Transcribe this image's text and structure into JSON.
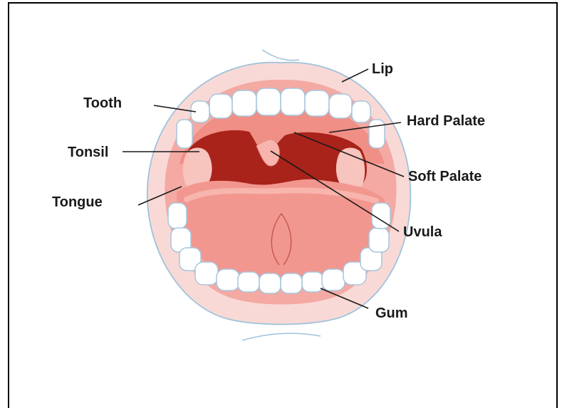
{
  "labels": {
    "lip": "Lip",
    "tooth": "Tooth",
    "hard_palate": "Hard Palate",
    "tonsil": "Tonsil",
    "soft_palate": "Soft Palate",
    "tongue": "Tongue",
    "uvula": "Uvula",
    "gum": "Gum"
  },
  "colors": {
    "lip": "#f9d9d6",
    "lip_outline": "#9ec3dc",
    "gum": "#f4a9a3",
    "palate": "#f08f86",
    "throat": "#a9231a",
    "throat_dark": "#8e1b13",
    "tongue": "#f2978f",
    "tongue_light": "#f7b5ad",
    "tooth": "#ffffff",
    "tooth_outline": "#a6c6de",
    "label": "#1a1a1a"
  }
}
